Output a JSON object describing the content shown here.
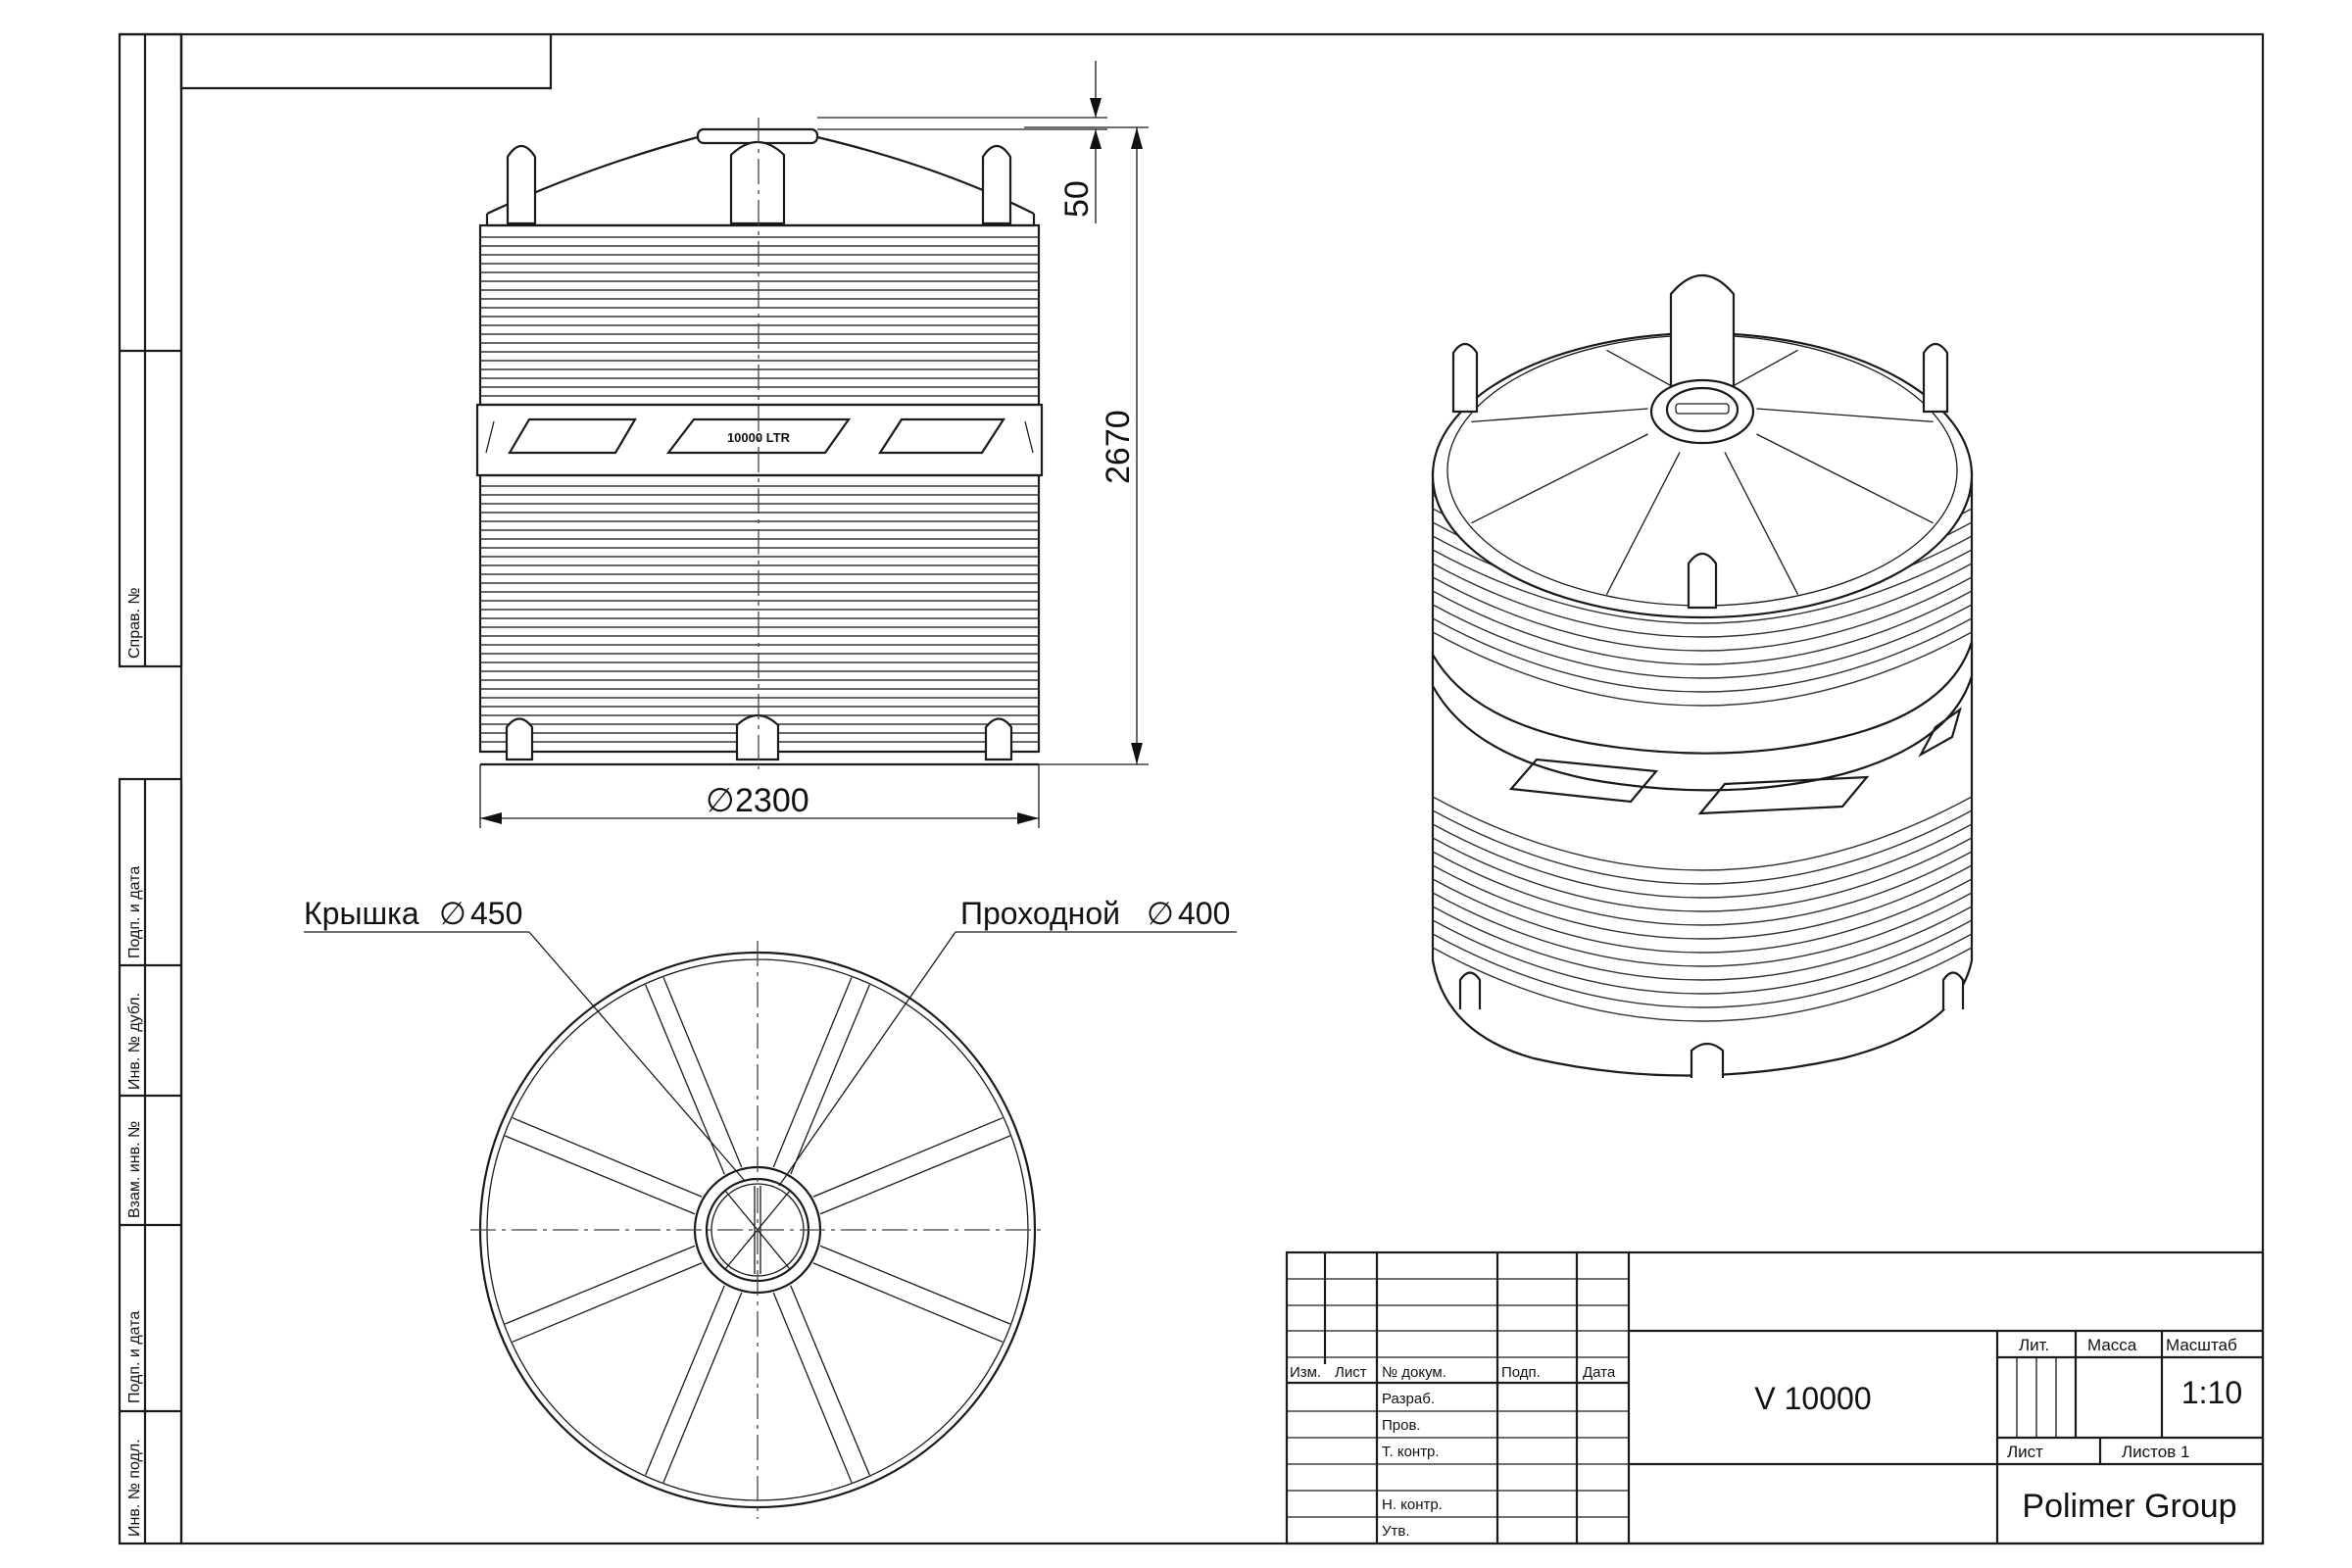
{
  "sheet": {
    "drawing_title": "V 10000",
    "company": "Polimer Group",
    "scale": "1:10",
    "capacity_label": "10000 LTR"
  },
  "dimensions": {
    "height": "2670",
    "top_offset": "50",
    "diameter": "2300"
  },
  "callouts": {
    "lid": "Крышка",
    "lid_dia": "450",
    "manhole": "Проходной",
    "manhole_dia": "400",
    "dia_symbol": "∅"
  },
  "side_stamp": [
    "Справ. №",
    "Подп. и дата",
    "Инв. № дубл.",
    "Взам. инв. №",
    "Подп. и дата",
    "Инв. № подл."
  ],
  "title_block": {
    "col_headers": [
      "Изм.",
      "Лист",
      "№ докум.",
      "Подп.",
      "Дата"
    ],
    "roles": [
      "Разраб.",
      "Пров.",
      "Т. контр.",
      "Н. контр.",
      "Утв."
    ],
    "lit_header": "Лит.",
    "mass_header": "Масса",
    "scale_header": "Масштаб",
    "sheet_label": "Лист",
    "sheets_label": "Листов 1"
  }
}
